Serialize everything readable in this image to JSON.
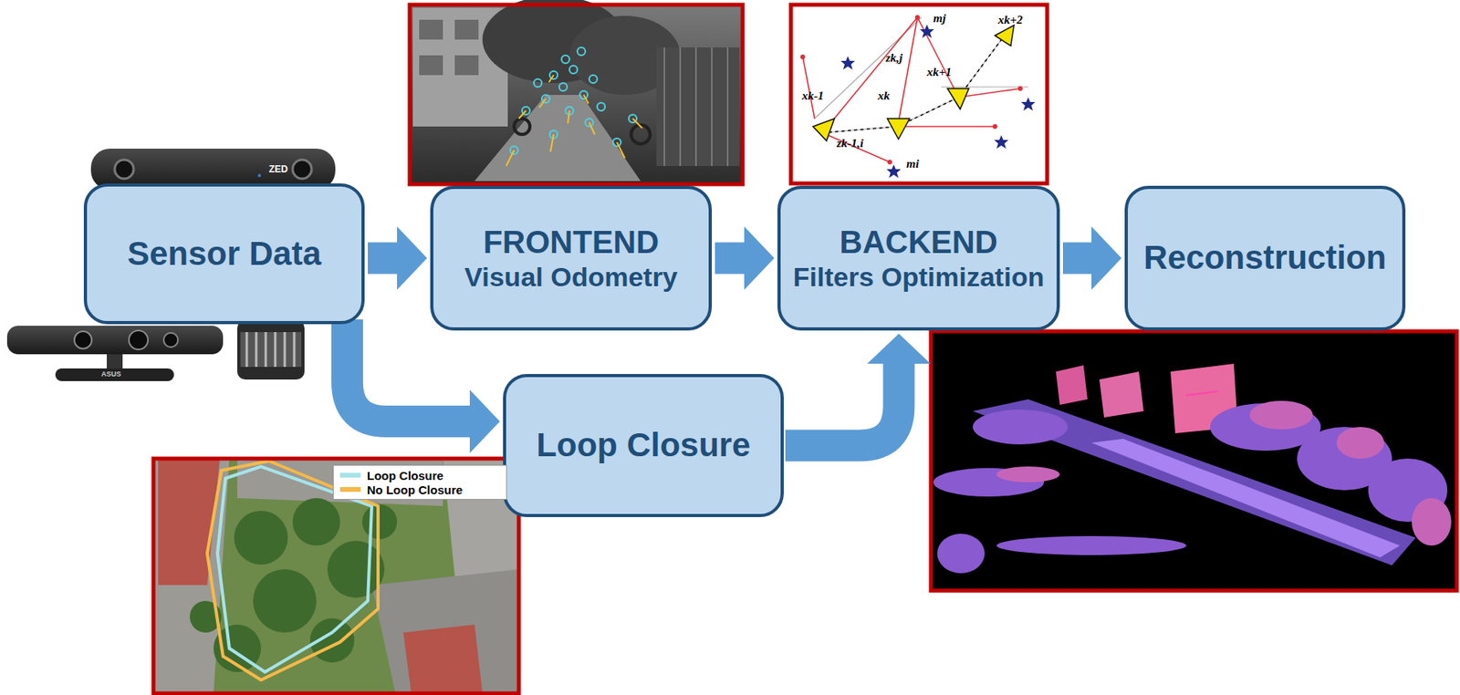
{
  "diagram": {
    "nodes": [
      {
        "text": [
          "Sensor Data"
        ]
      },
      {
        "text": [
          "FRONTEND",
          "Visual Odometry"
        ]
      },
      {
        "text": [
          "BACKEND",
          "Filters Optimization"
        ]
      },
      {
        "text": [
          "Reconstruction"
        ]
      },
      {
        "text": [
          "Loop Closure"
        ]
      }
    ],
    "edges": [
      {
        "from": 0,
        "to": 1,
        "arrow": "to"
      },
      {
        "from": 1,
        "to": 2,
        "arrow": "to"
      },
      {
        "from": 2,
        "to": 3,
        "arrow": "to"
      },
      {
        "from": 0,
        "to": 4,
        "arrow": "to"
      },
      {
        "from": 4,
        "to": 2,
        "arrow": "to"
      }
    ],
    "labels": [
      "ZED",
      "ASUS",
      "mj",
      "xk+2",
      "zk,j",
      "xk+1",
      "xk-1",
      "xk",
      "zk-1,i",
      "mi"
    ],
    "legend": [
      {
        "text": "Loop Closure",
        "color": "#a6e3e9"
      },
      {
        "text": "No Loop Closure",
        "color": "#f5b94a"
      }
    ]
  }
}
